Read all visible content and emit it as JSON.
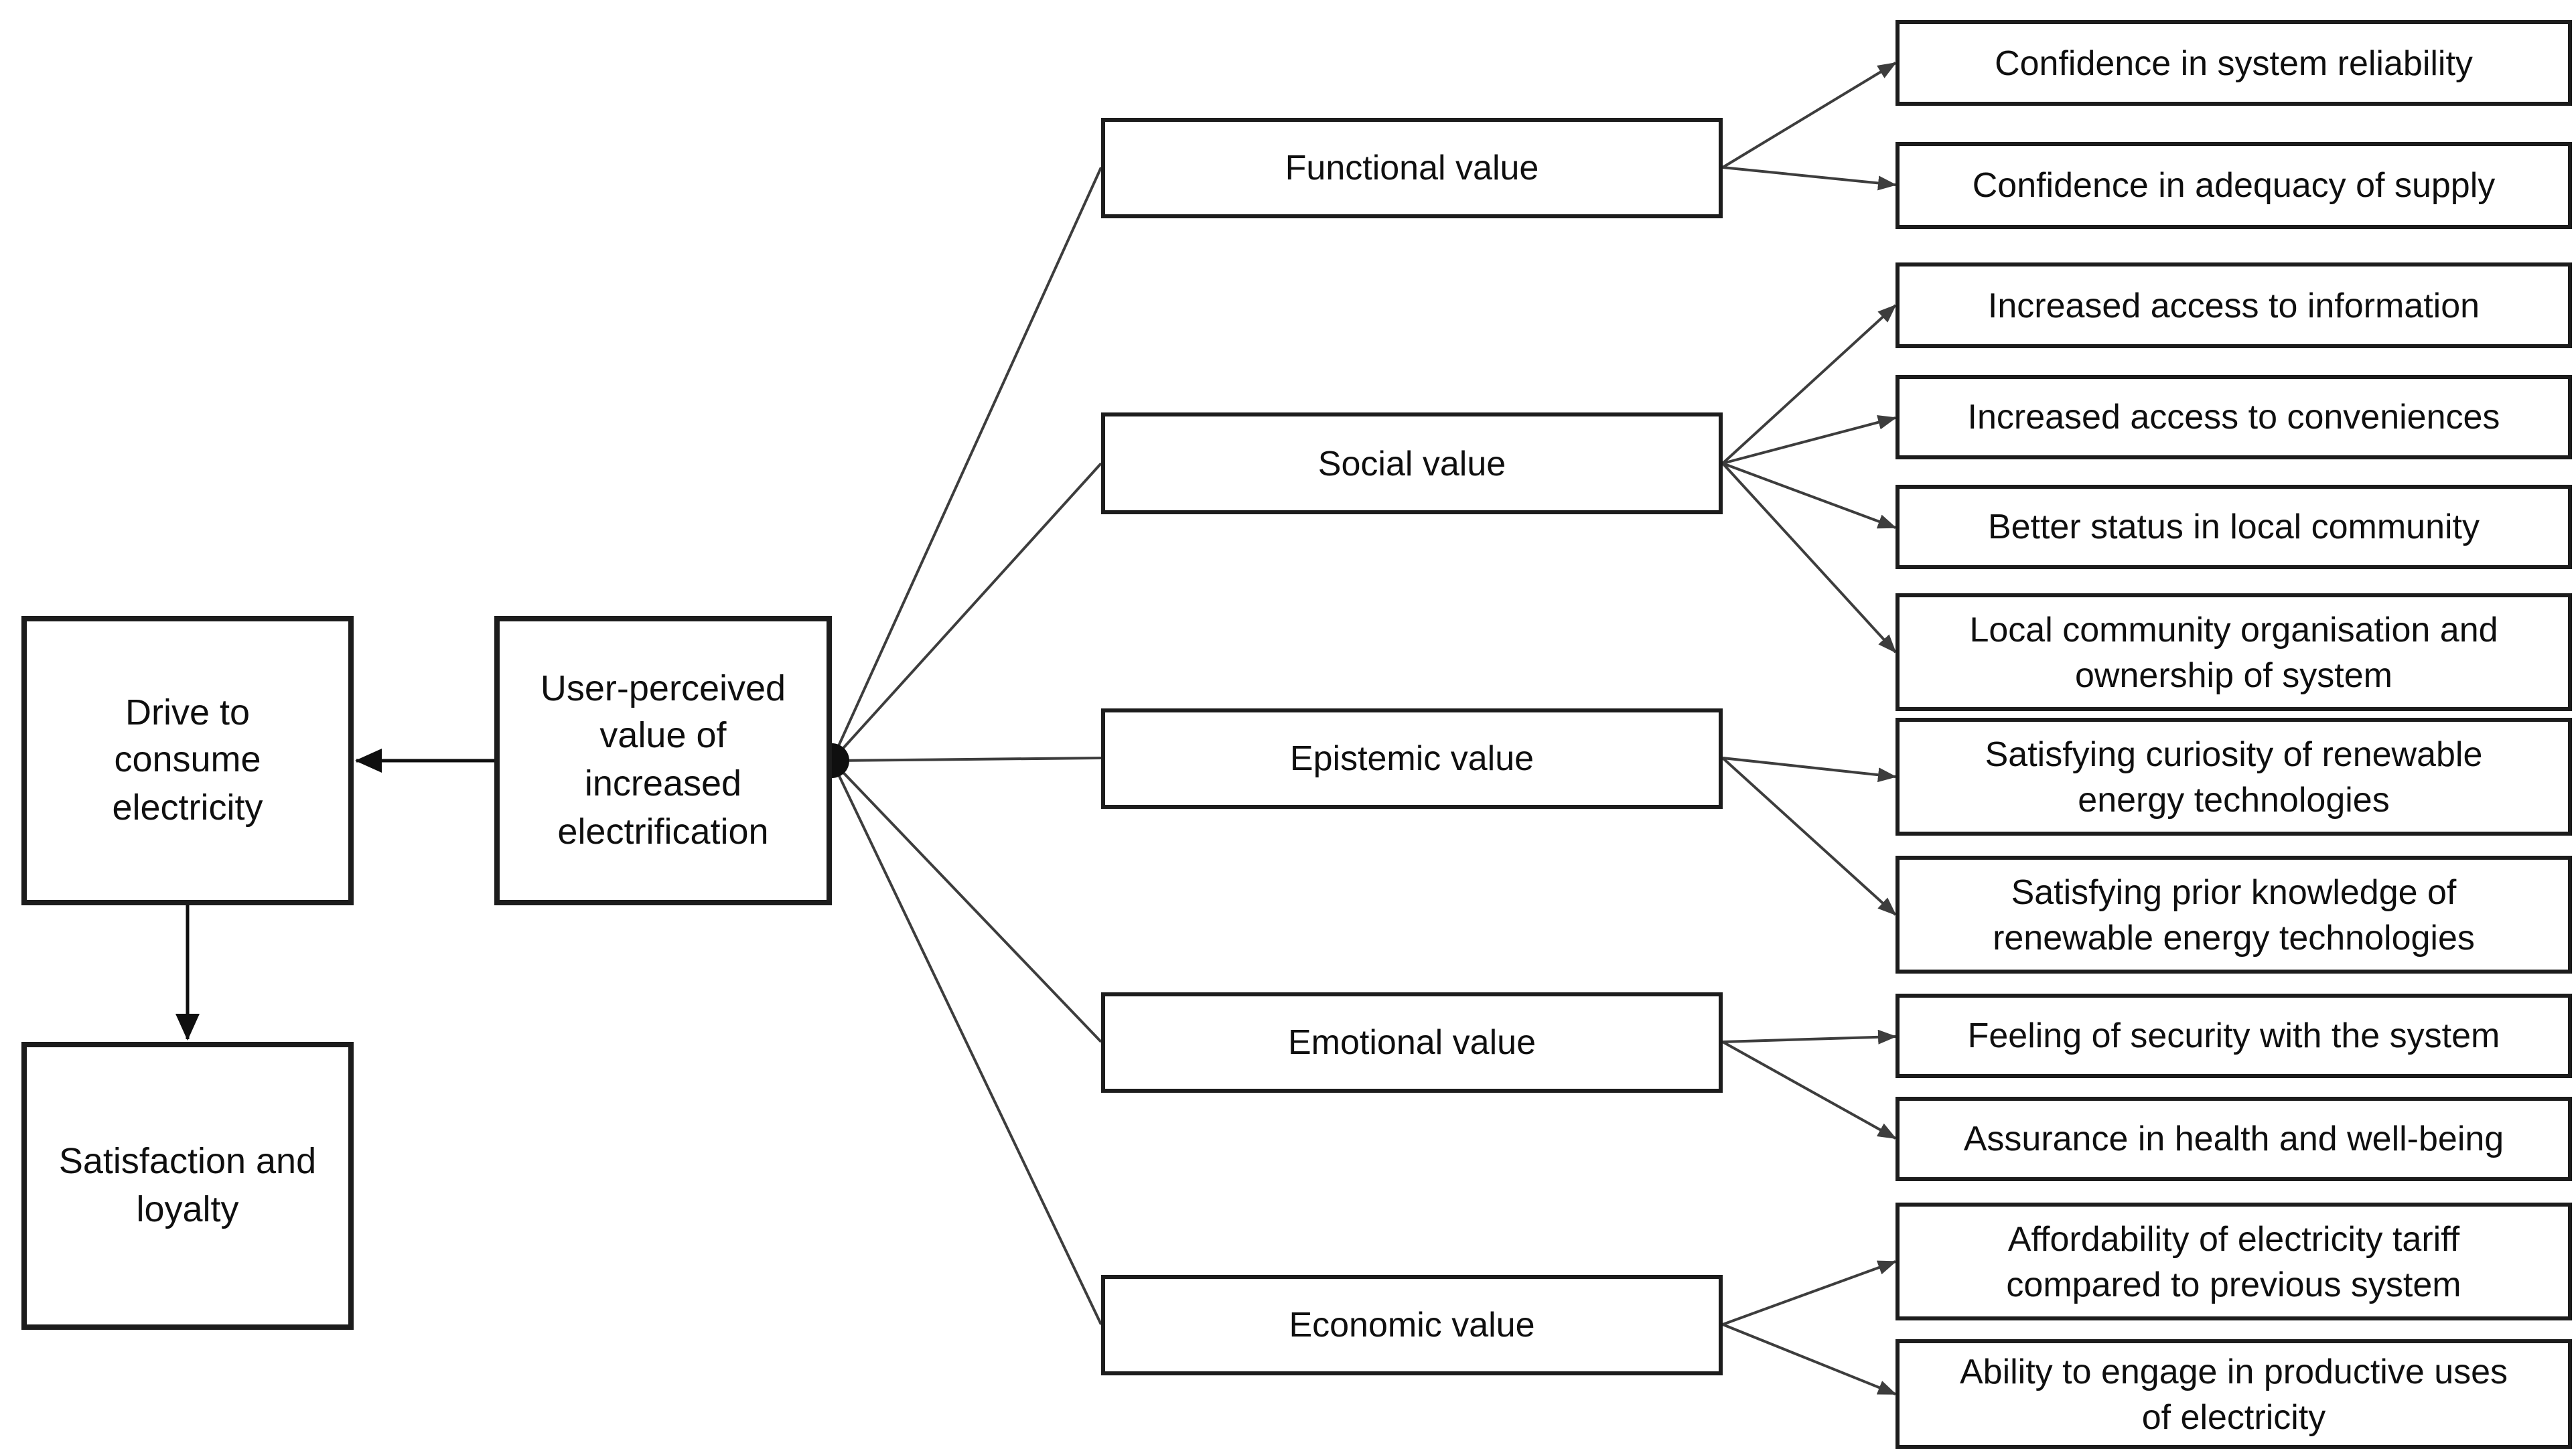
{
  "colors": {
    "background": "#ffffff",
    "border": "#1c1c1c",
    "line": "#3d3d3d",
    "text": "#0f0f0f"
  },
  "nodes": {
    "drive": {
      "label": "Drive to\nconsume\nelectricity"
    },
    "satisfaction": {
      "label": "Satisfaction and\nloyalty"
    },
    "center": {
      "label": "User-perceived\nvalue of\nincreased\nelectrification"
    },
    "categories": [
      {
        "label": "Functional value"
      },
      {
        "label": "Social value"
      },
      {
        "label": "Epistemic value"
      },
      {
        "label": "Emotional value"
      },
      {
        "label": "Economic value"
      }
    ],
    "leaves": [
      {
        "label": "Confidence in system reliability"
      },
      {
        "label": "Confidence in adequacy of supply"
      },
      {
        "label": "Increased access to information"
      },
      {
        "label": "Increased access to conveniences"
      },
      {
        "label": "Better status in local community"
      },
      {
        "label": "Local community organisation and\nownership of system"
      },
      {
        "label": "Satisfying curiosity of renewable\nenergy technologies"
      },
      {
        "label": "Satisfying prior knowledge of\nrenewable energy technologies"
      },
      {
        "label": "Feeling of security with the system"
      },
      {
        "label": "Assurance in health and well-being"
      },
      {
        "label": "Affordability of electricity tariff\ncompared to previous system"
      },
      {
        "label": "Ability to engage in productive uses\nof electricity"
      }
    ]
  }
}
